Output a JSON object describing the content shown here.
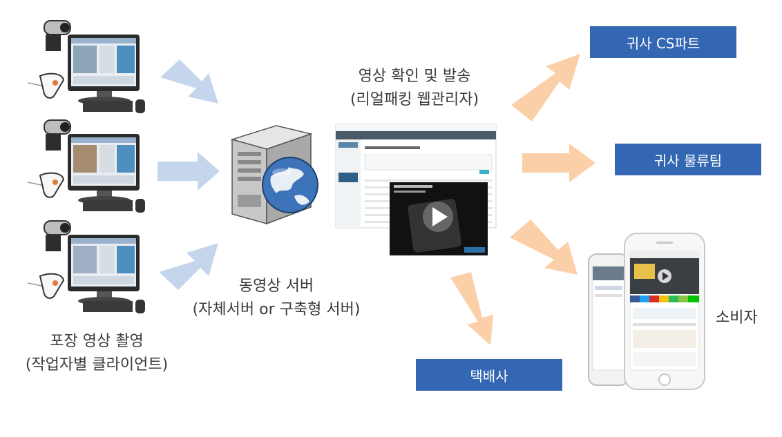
{
  "labels": {
    "packing_line1": "포장 영상 촬영",
    "packing_line2": "(작업자별 클라이언트)",
    "server_line1": "동영상 서버",
    "server_line2": "(자체서버 or 구축형 서버)",
    "confirm_line1": "영상 확인 및 발송",
    "confirm_line2": "(리얼패킹 웹관리자)",
    "consumer": "소비자"
  },
  "targets": {
    "cs_team": "귀사 CS파트",
    "logistics_team": "귀사 물류팀",
    "courier": "택배사"
  },
  "colors": {
    "box_blue": "#3366b3",
    "arrow_blue": "#c5d6ec",
    "arrow_orange": "#fbd0a8"
  },
  "icons": {
    "workstation": "computer-with-webcam-and-barcode-scanner-icon",
    "server": "server-tower-with-globe-icon",
    "web_admin": "web-admin-screenshot-with-video-icon",
    "phone": "smartphone-icon"
  }
}
